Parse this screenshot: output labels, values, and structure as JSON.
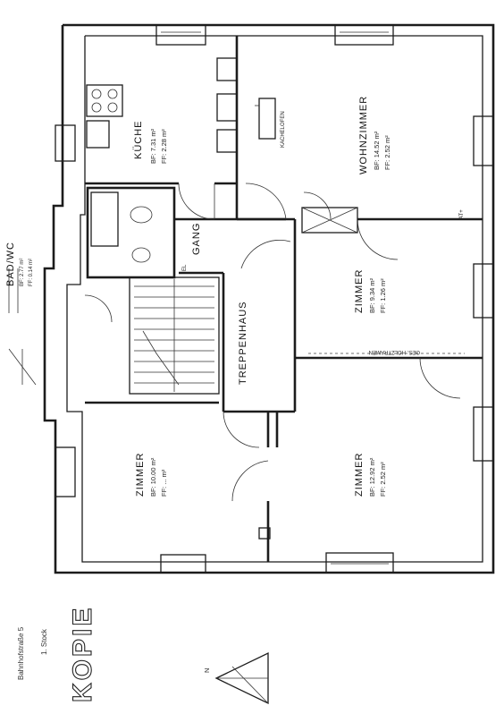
{
  "rooms": {
    "kueche": {
      "name": "KÜCHE",
      "bf": "BF: 7.31 m²",
      "ff": "FF: 2.28 m²"
    },
    "wohnzimmer": {
      "name": "WOHNZIMMER",
      "bf": "BF: 14.52 m²",
      "ff": "FF: 2.52 m²"
    },
    "bad": {
      "name": "BAD/WC",
      "bf": "BF: 2.77 m²",
      "ff": "FF: 0.14 m²"
    },
    "gang": {
      "name": "GANG",
      "el": "EL"
    },
    "zimmer_mid": {
      "name": "ZIMMER",
      "bf": "BF: 9.34 m²",
      "ff": "FF: 1.26 m²"
    },
    "treppenhaus": {
      "name": "TREPPENHAUS"
    },
    "zimmer_left": {
      "name": "ZIMMER",
      "bf": "BF: 10.00 m²",
      "ff": "FF: ... m²"
    },
    "zimmer_right": {
      "name": "ZIMMER",
      "bf": "BF: 12.92 m²",
      "ff": "FF: 2.52 m²"
    }
  },
  "annotations": {
    "kachelofen": "KACHELOFEN",
    "holztrame": "GES. HOLZTRAMEN",
    "at": "AT+"
  },
  "address": "Bahnhofstraße 5",
  "floor": "1. Stock",
  "stamp": "KOPIE",
  "north_label": "N"
}
